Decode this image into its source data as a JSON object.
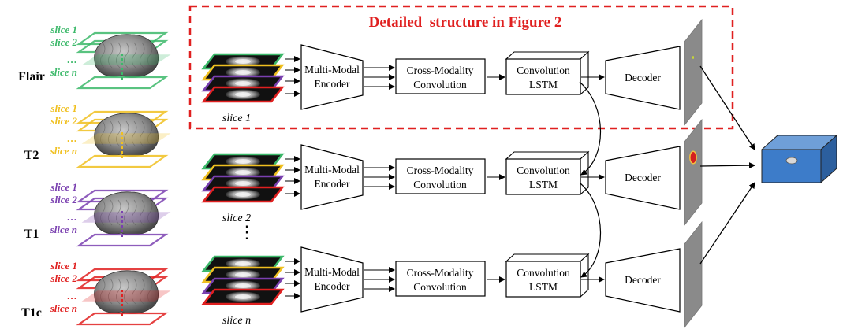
{
  "header": {
    "title": "Detailed  structure in Figure 2"
  },
  "modalities": [
    {
      "name": "Flair",
      "color": "#3cb96a",
      "slices": [
        "slice 1",
        "slice 2",
        "…",
        "slice n"
      ]
    },
    {
      "name": "T2",
      "color": "#f0c020",
      "slices": [
        "slice 1",
        "slice 2",
        "…",
        "slice n"
      ]
    },
    {
      "name": "T1",
      "color": "#7a40b0",
      "slices": [
        "slice 1",
        "slice 2",
        "…",
        "slice n"
      ]
    },
    {
      "name": "T1c",
      "color": "#e02020",
      "slices": [
        "slice 1",
        "slice 2",
        "…",
        "slice n"
      ]
    }
  ],
  "rows": [
    {
      "slice_label": "slice 1"
    },
    {
      "slice_label": "slice 2"
    },
    {
      "slice_label": "slice n"
    }
  ],
  "between_rows": "⋮",
  "blocks": {
    "encoder": [
      "Multi-Modal",
      "Encoder"
    ],
    "cross": [
      "Cross-Modality",
      "Convolution"
    ],
    "lstm": [
      "Convolution",
      "LSTM"
    ],
    "decoder": "Decoder"
  },
  "colors": {
    "accent_red": "#e02020",
    "decoder_panel": "#8a8a8a",
    "output_cube": "#3d7cc9"
  }
}
